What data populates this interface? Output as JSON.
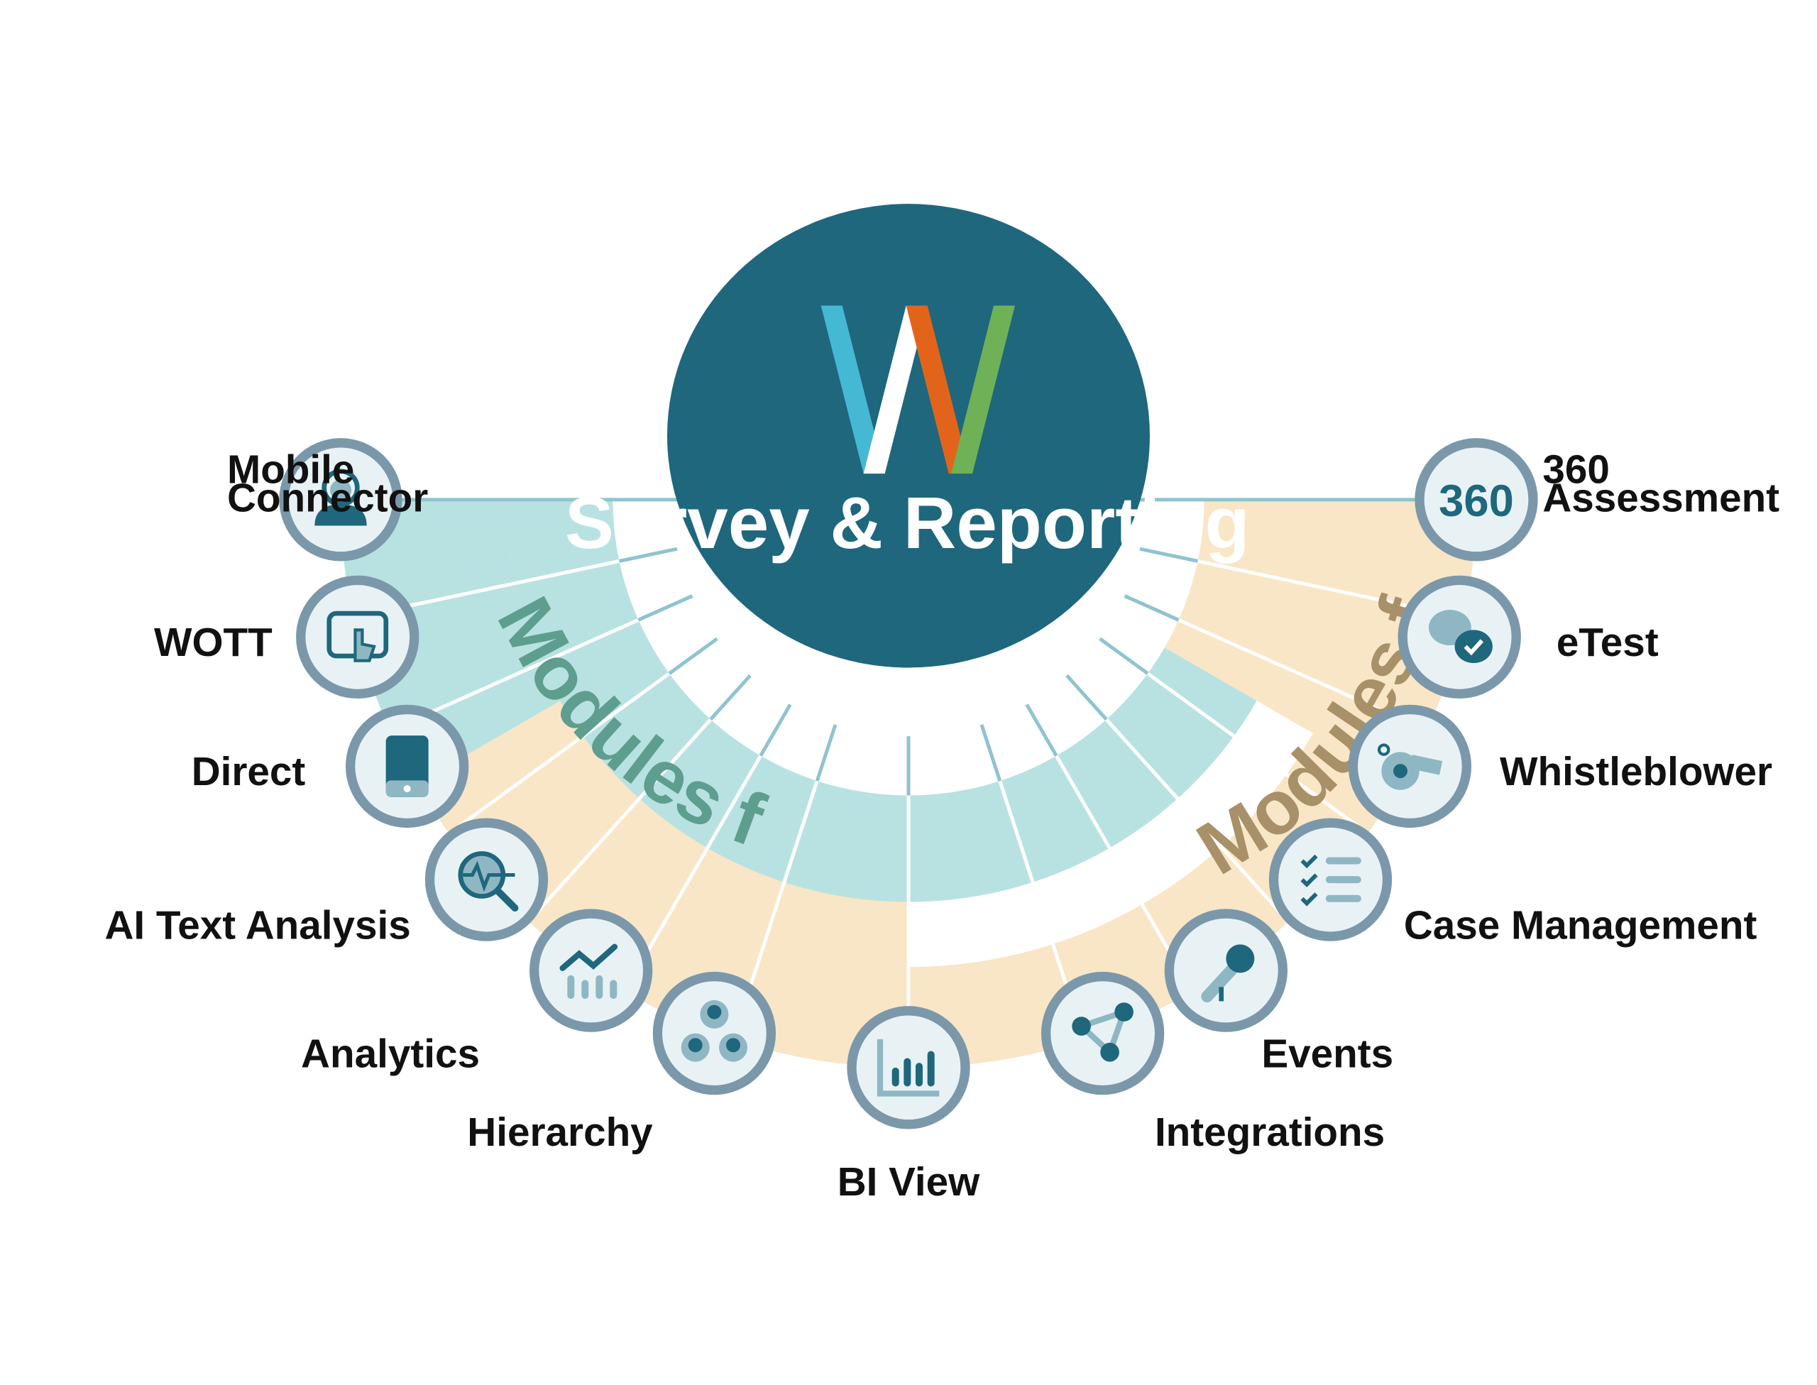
{
  "center": {
    "title": "Survey & Reporting"
  },
  "bands": {
    "cx_label": "Modules for CX",
    "ex_label": "Modules for EX"
  },
  "colors": {
    "center": "#1f677d",
    "teal_band": "#b8e2e1",
    "peach_band": "#f8e6c6",
    "node_ring": "#7b98aa",
    "node_fill": "#e8f2f5",
    "icon_dark": "#1f677d",
    "icon_light": "#8fb7c3",
    "logo_blue": "#45b8d4",
    "logo_orange": "#e2641b",
    "logo_green": "#6eb157"
  },
  "modules": [
    {
      "label": "Mobile\nConnector",
      "icon": "headset-user-icon"
    },
    {
      "label": "WOTT",
      "icon": "touch-screen-icon"
    },
    {
      "label": "Direct",
      "icon": "tablet-icon"
    },
    {
      "label": "AI Text Analysis",
      "icon": "magnifier-pulse-icon"
    },
    {
      "label": "Analytics",
      "icon": "trend-chart-icon"
    },
    {
      "label": "Hierarchy",
      "icon": "org-hierarchy-icon"
    },
    {
      "label": "BI View",
      "icon": "bar-chart-icon"
    },
    {
      "label": "Integrations",
      "icon": "network-nodes-icon"
    },
    {
      "label": "Events",
      "icon": "microphone-icon"
    },
    {
      "label": "Case Management",
      "icon": "checklist-icon"
    },
    {
      "label": "Whistleblower",
      "icon": "whistle-icon"
    },
    {
      "label": "eTest",
      "icon": "chat-question-icon"
    },
    {
      "label": "360\nAssessment",
      "icon": "360-icon"
    }
  ],
  "icon_text": {
    "three_sixty": "360"
  }
}
